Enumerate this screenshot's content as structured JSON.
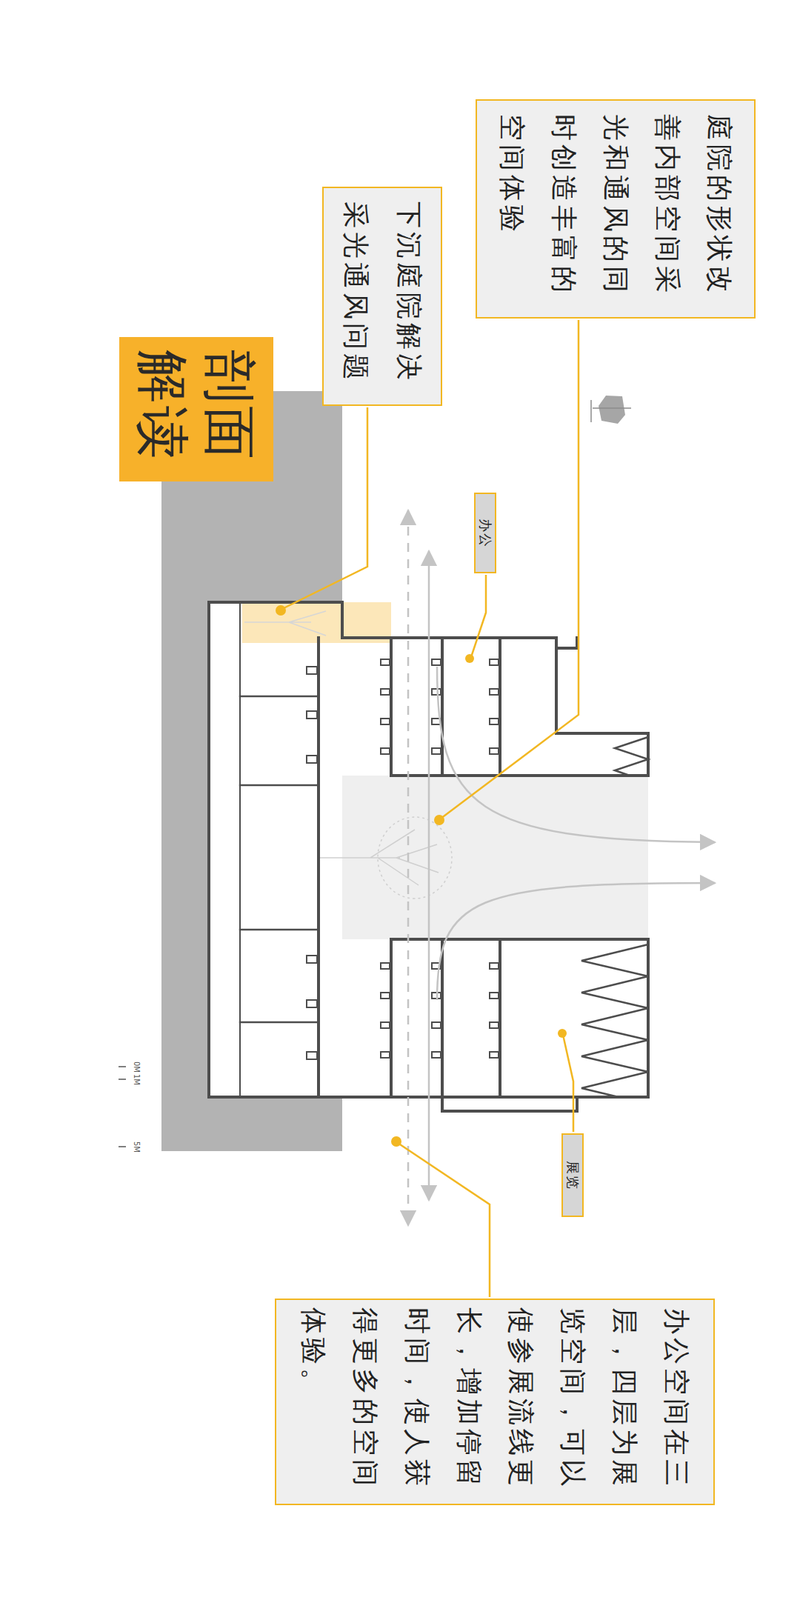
{
  "diagram": {
    "title": "剖面解读",
    "nodes": [
      {
        "text": [
          "下沉庭院解决采光通风问题"
        ]
      },
      {
        "text": [
          "庭院的形状改善内部空间采光和通风的同时创造丰富的空间体验"
        ]
      },
      {
        "text": [
          "办公"
        ]
      },
      {
        "text": [
          "展览"
        ]
      },
      {
        "text": [
          "办公空间在三层，四层为展览空间，可以使参展流线更长，增加停留时间，使人获得更多的空间体验。"
        ]
      }
    ],
    "labels": [
      "0M",
      "1M",
      "5M"
    ]
  }
}
